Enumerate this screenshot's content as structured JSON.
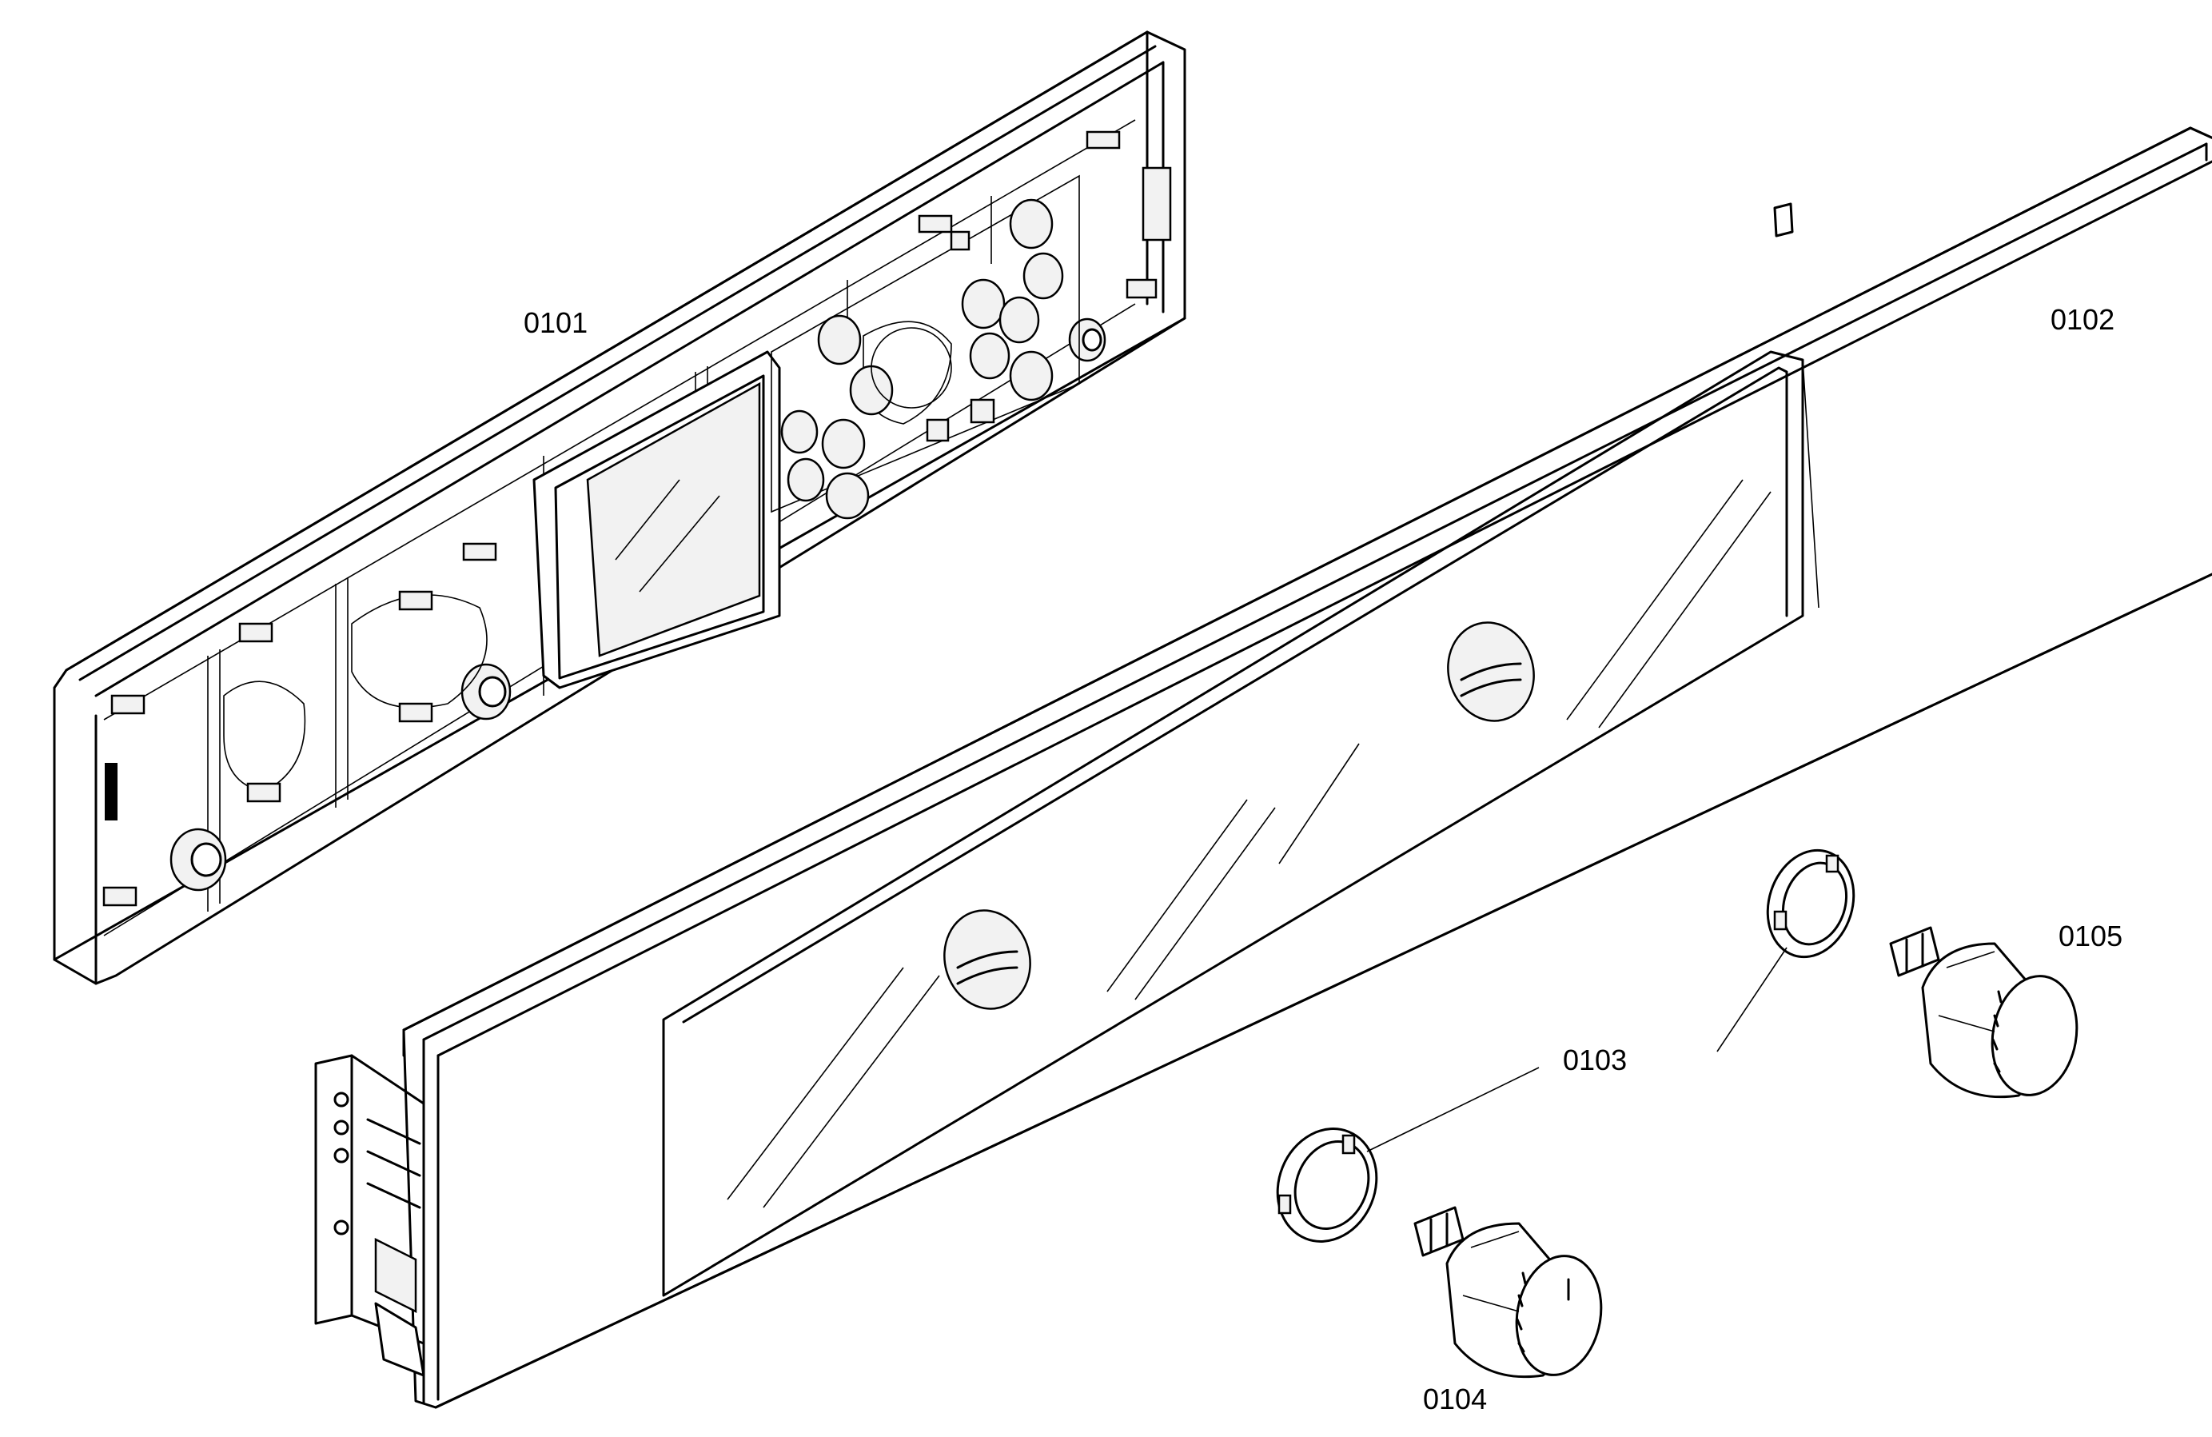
{
  "labels": {
    "p0101": "0101",
    "p0102": "0102",
    "p0103": "0103",
    "p0104": "0104",
    "p0105": "0105"
  }
}
